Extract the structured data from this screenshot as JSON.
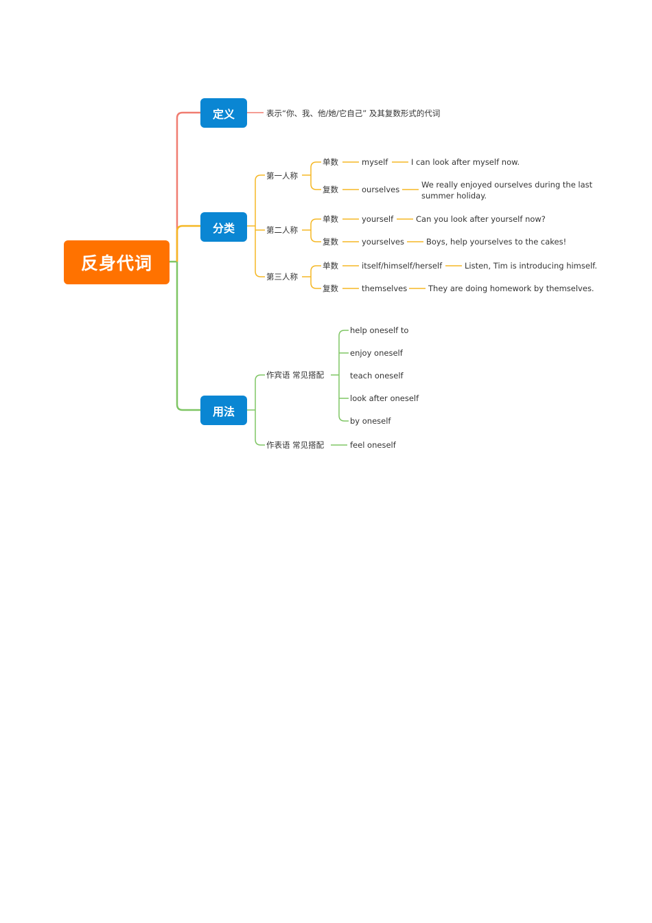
{
  "root": "反身代词",
  "colors": {
    "root": "#ff7200",
    "node": "#0a86d3",
    "definition": "#f07c70",
    "classification": "#f5b723",
    "usage": "#7ec563"
  },
  "definition": {
    "label": "定义",
    "text": "表示“你、我、他/她/它自己” 及其复数形式的代词"
  },
  "classification": {
    "label": "分类",
    "groups": [
      {
        "person": "第一人称",
        "items": [
          {
            "number": "单数",
            "word": "myself",
            "example": "I can look after myself now."
          },
          {
            "number": "复数",
            "word": "ourselves",
            "example": "We really enjoyed ourselves during the last summer holiday."
          }
        ]
      },
      {
        "person": "第二人称",
        "items": [
          {
            "number": "单数",
            "word": "yourself",
            "example": "Can you look after yourself now?"
          },
          {
            "number": "复数",
            "word": "yourselves",
            "example": "Boys, help yourselves to the cakes!"
          }
        ]
      },
      {
        "person": "第三人称",
        "items": [
          {
            "number": "单数",
            "word": "itself/himself/herself",
            "example": "Listen, Tim is introducing himself."
          },
          {
            "number": "复数",
            "word": "themselves",
            "example": "They are doing homework by themselves."
          }
        ]
      }
    ]
  },
  "usage": {
    "label": "用法",
    "object": {
      "title": "作宾语 常见搭配",
      "items": [
        "help oneself to",
        "enjoy oneself",
        "teach oneself",
        "look after oneself",
        "by oneself"
      ]
    },
    "predicative": {
      "title": "作表语 常见搭配",
      "items": [
        "feel oneself"
      ]
    }
  }
}
